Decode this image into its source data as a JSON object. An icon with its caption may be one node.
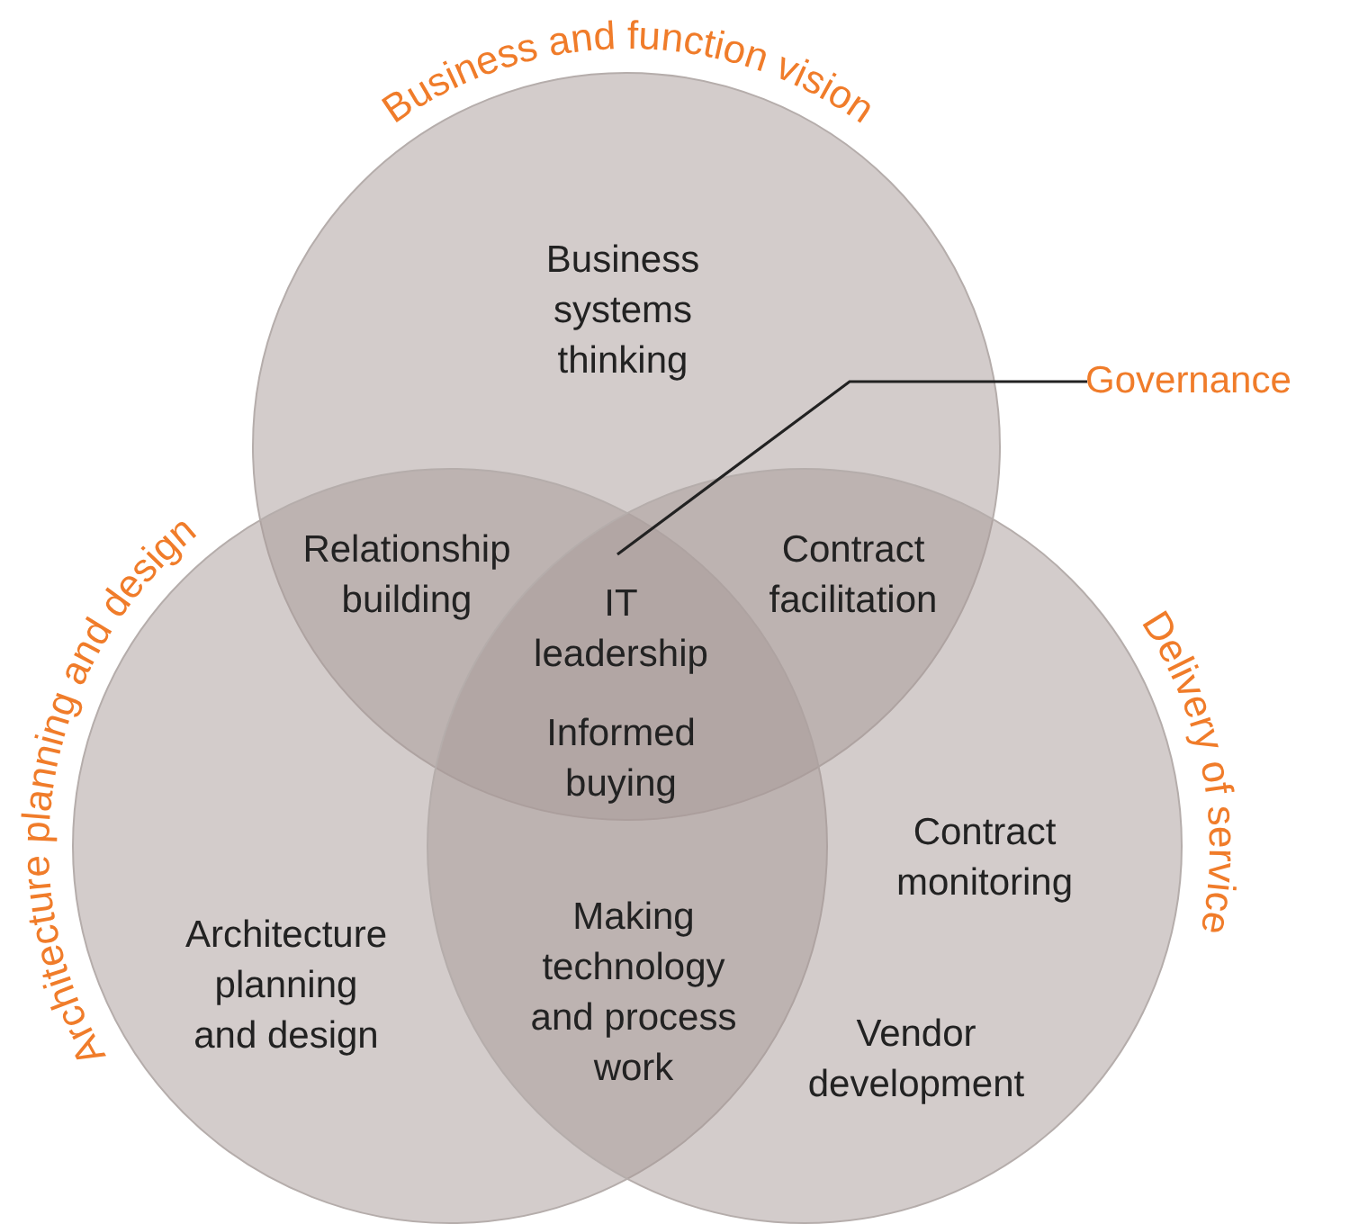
{
  "diagram": {
    "nodes": [
      {
        "text": [
          "Business and function vision",
          "Business systems thinking"
        ]
      },
      {
        "text": [
          "Architecture planning and design",
          "Architecture planning and design"
        ]
      },
      {
        "text": [
          "Contract monitoring",
          "Vendor development",
          "Delivery of service"
        ]
      },
      {
        "text": [
          "Governance"
        ]
      }
    ],
    "edges": [
      {
        "from": 3,
        "to": 0,
        "arrow": "none"
      }
    ],
    "labels": [
      "Relationship building",
      "Contract facilitation",
      "IT leadership",
      "Informed buying",
      "Making technology and process work"
    ]
  }
}
